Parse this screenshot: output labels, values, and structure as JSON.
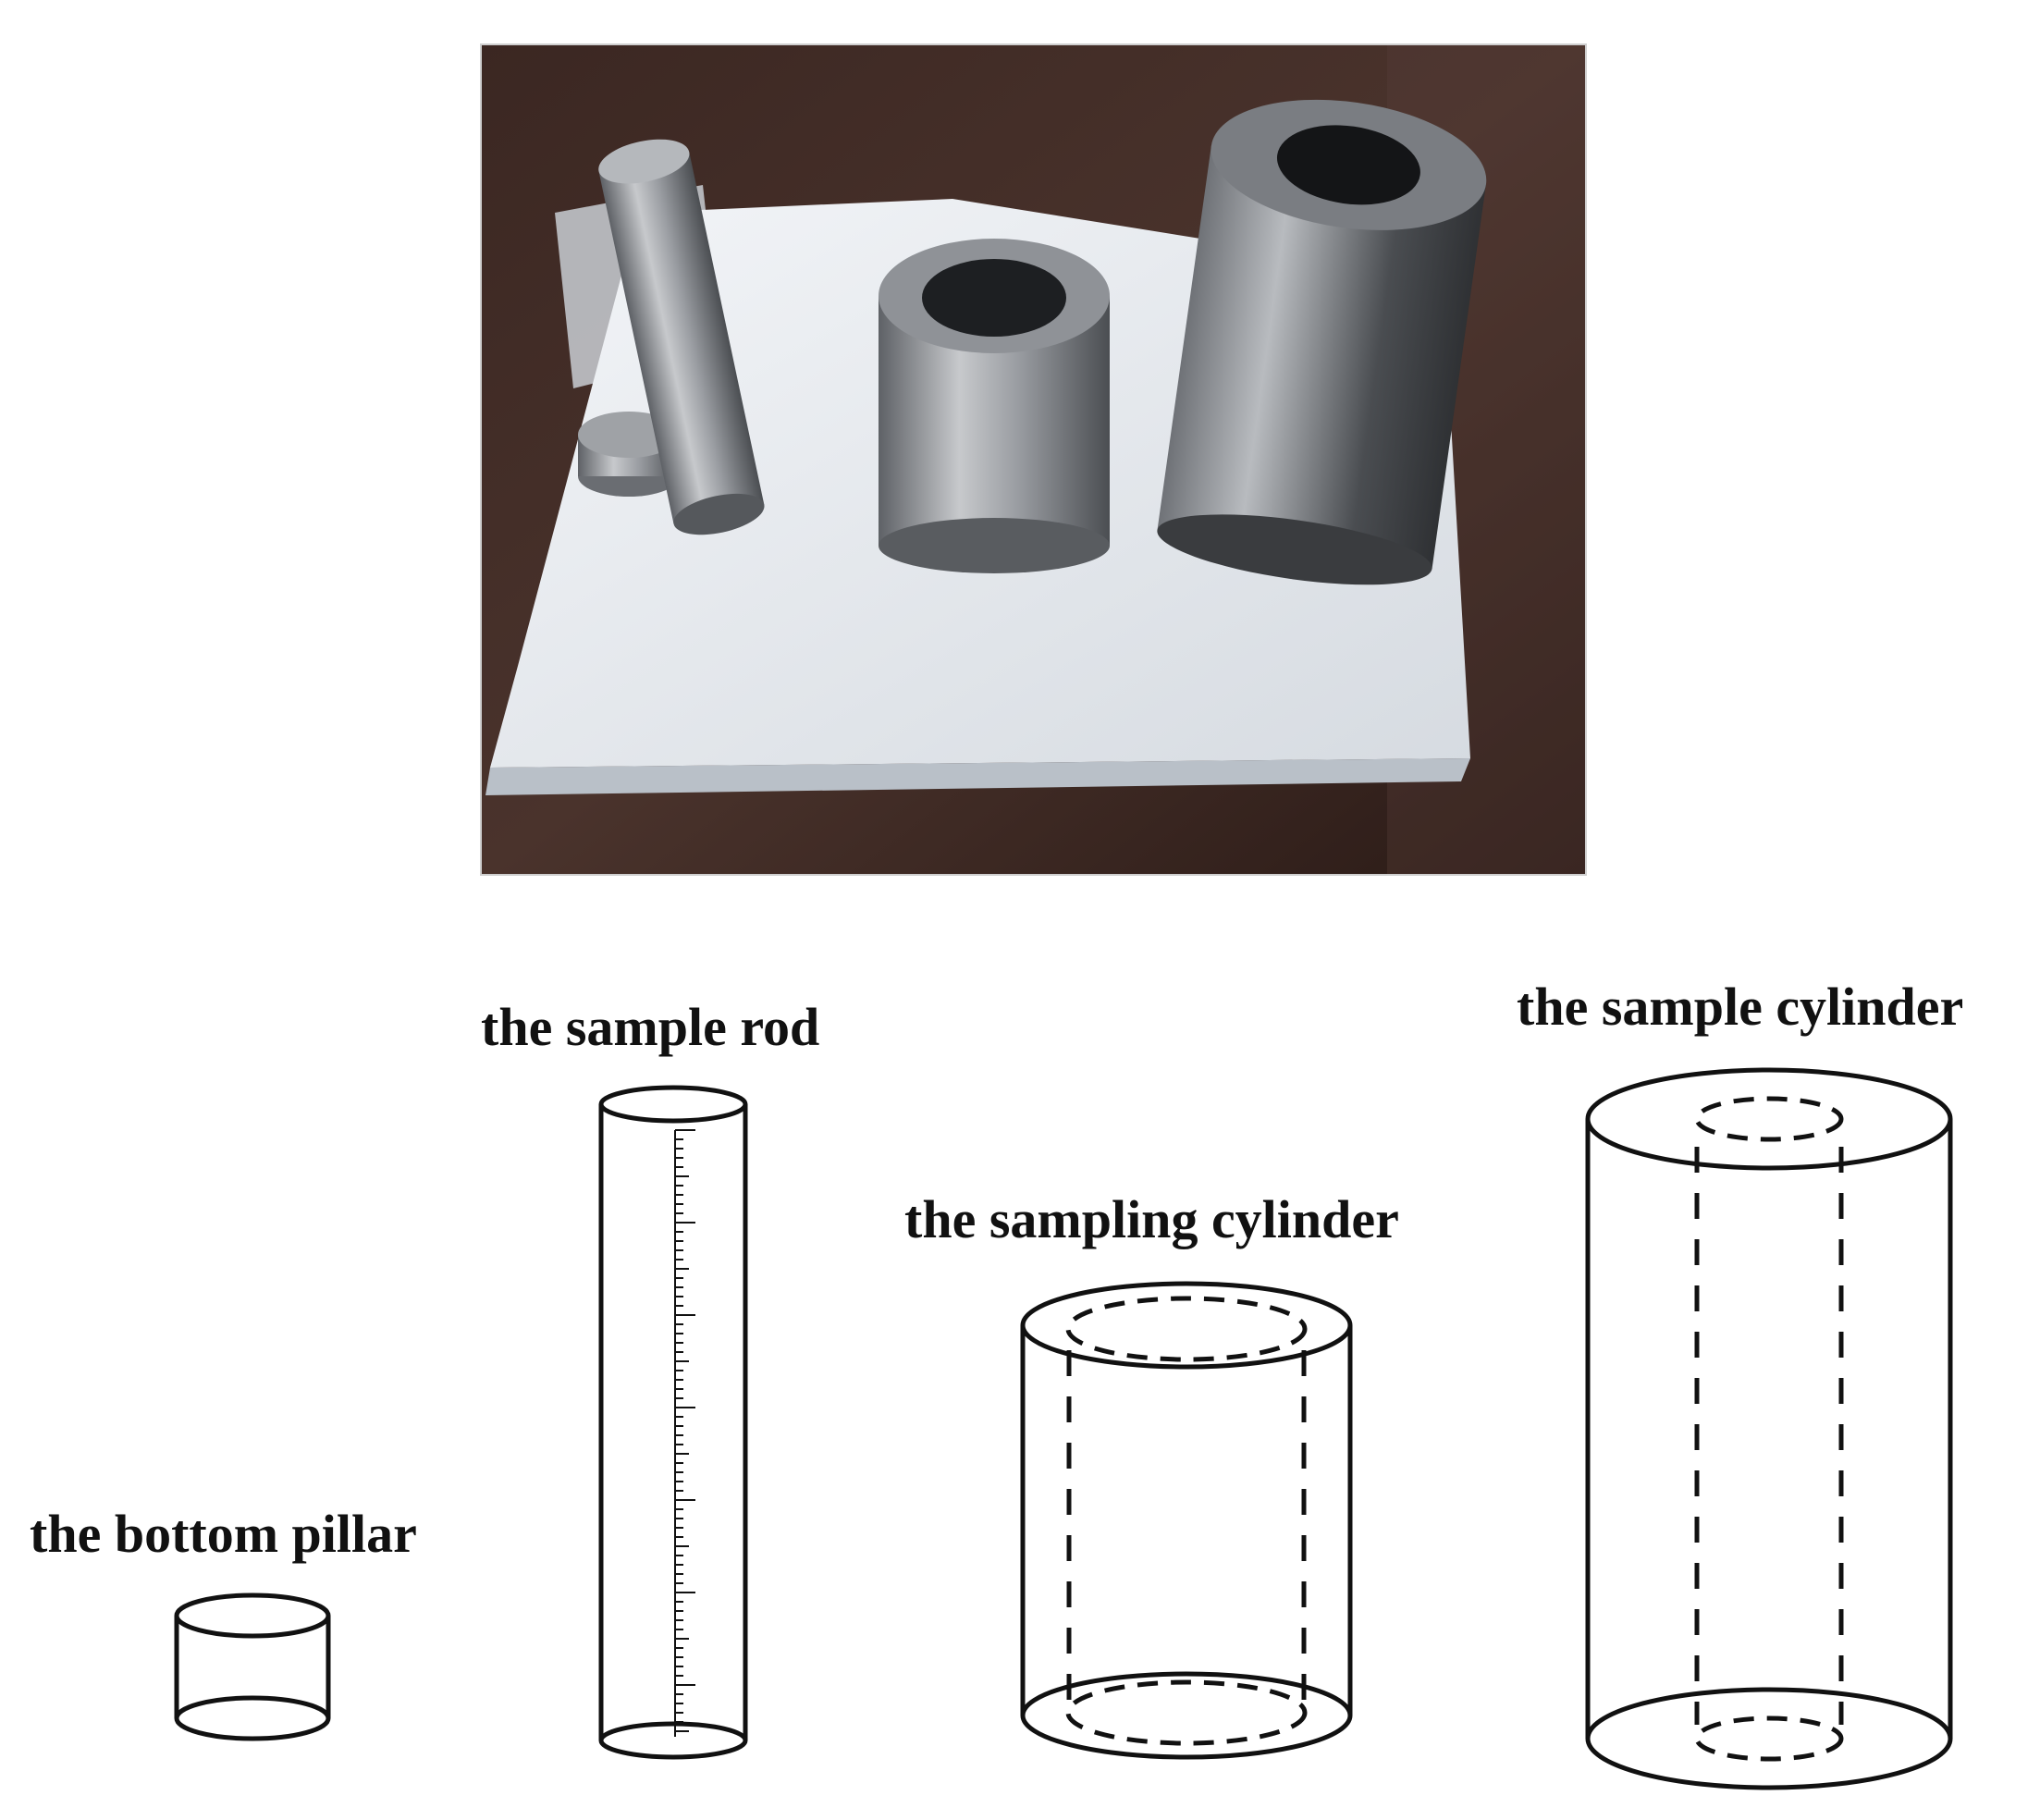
{
  "labels": {
    "bottom_pillar": "the bottom pillar",
    "sample_rod": "the sample rod",
    "sampling_cylinder": "the sampling cylinder",
    "sample_cylinder": "the sample cylinder"
  },
  "photo": {
    "description_icon": "photo-of-metal-parts-icon"
  },
  "colors": {
    "line": "#111111",
    "wood": "#3a2620",
    "paper": "#e9ecef",
    "metal": "#8e9196"
  }
}
